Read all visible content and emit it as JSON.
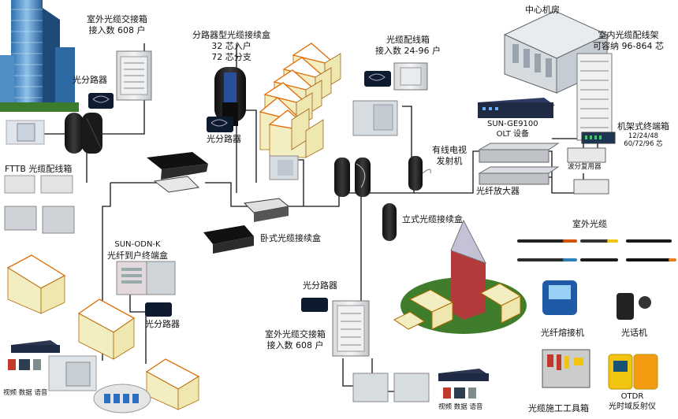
{
  "colors": {
    "line": "#111111",
    "roof": "#c9c77a",
    "wall": "#f3edc2",
    "grass": "#3f7d2c",
    "tower": "#b23a3a",
    "panel": "#dcdcdc",
    "device": "#1f2a44"
  },
  "labels": {
    "outdoor_box_top": [
      "室外光缆交接箱",
      "接入数 608 户"
    ],
    "splitter_top_left": "光分路器",
    "splitter_closure": [
      "分路器型光缆接续盒",
      "32 芯入户",
      "72 芯分支"
    ],
    "splitter_mid": "光分路器",
    "dist_box_top": [
      "光缆配线箱",
      "接入数 24-96 户"
    ],
    "central_office": "中心机房",
    "indoor_rack": [
      "室内光缆配线架",
      "可容纳 96-864 芯"
    ],
    "olt": [
      "SUN-GE9100",
      "OLT 设备"
    ],
    "catv": [
      "有线电视",
      "发射机"
    ],
    "optical_amp": "光纤放大器",
    "wdm": "波分复用器",
    "rack_terminal": [
      "机架式终端箱",
      "12/24/48",
      "60/72/96 芯"
    ],
    "fttb": "FTTB  光缆配线箱",
    "horizontal_closure": "卧式光缆接续盒",
    "vertical_closure": "立式光缆接续盒",
    "odn": [
      "SUN-ODN-K",
      "光纤到户终端盒"
    ],
    "splitter_house": "光分路器",
    "svd_left": "视频 数据 语音",
    "splitter_bottom": "光分路器",
    "outdoor_box_bottom": [
      "室外光缆交接箱",
      "接入数 608 户"
    ],
    "svd_bottom": "视频 数据 语音",
    "outdoor_cable": "室外光缆",
    "fusion_splicer": "光纤熔接机",
    "phone": "光话机",
    "toolkit": "光缆施工工具箱",
    "otdr": [
      "OTDR",
      "光时域反射仪"
    ]
  }
}
